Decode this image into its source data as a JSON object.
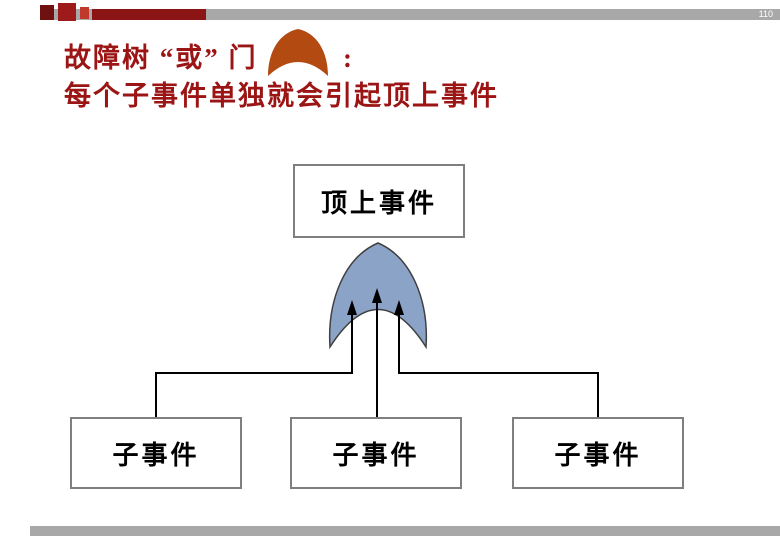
{
  "page": {
    "number": "110"
  },
  "title": {
    "line1": "故障树 “或” 门",
    "colon": ":",
    "line2": "每个子事件单独就会引起顶上事件"
  },
  "diagram": {
    "gate_symbol": "or-gate",
    "top_event_label": "顶上事件",
    "sub_event_labels": [
      "子事件",
      "子事件",
      "子事件"
    ]
  },
  "colors": {
    "title_text": "#9c1515",
    "gate_fill": "#8ca3c8",
    "gate_stroke": "#404040",
    "accent_shape": "#b34a12",
    "bar_gray": "#a8a8a8",
    "box_border": "#7f7f7f"
  }
}
